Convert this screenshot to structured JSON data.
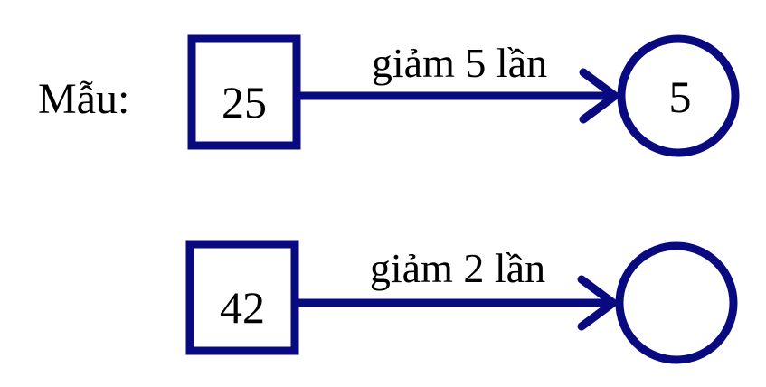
{
  "colors": {
    "stroke": "#0a0a80",
    "text": "#000000",
    "background": "#ffffff"
  },
  "example": {
    "label": "Mẫu:",
    "input_value": "25",
    "operation": "giảm 5 lần",
    "result_value": "5"
  },
  "exercise": {
    "input_value": "42",
    "operation": "giảm 2 lần",
    "result_value": ""
  }
}
